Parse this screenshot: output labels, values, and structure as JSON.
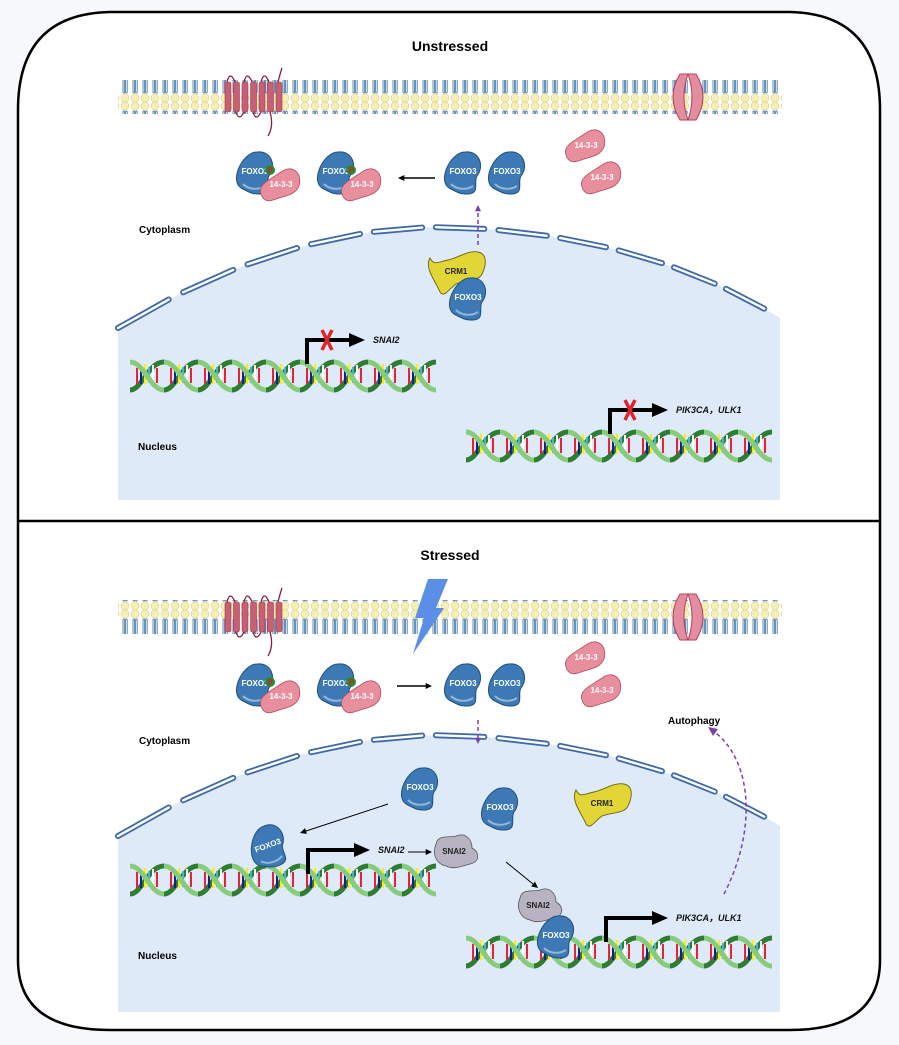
{
  "figure": {
    "panels": [
      {
        "id": "unstressed",
        "title": "Unstressed",
        "compartments": {
          "cytoplasm": "Cytoplasm",
          "nucleus": "Nucleus"
        },
        "proteins": {
          "foxo3": "FOXO3",
          "p1433": "14-3-3",
          "crm1": "CRM1",
          "phospho": "P"
        },
        "genes": {
          "snai2": "SNAI2",
          "targets": "PIK3CA，ULK1"
        },
        "transcription_blocked": true
      },
      {
        "id": "stressed",
        "title": "Stressed",
        "compartments": {
          "cytoplasm": "Cytoplasm",
          "nucleus": "Nucleus"
        },
        "proteins": {
          "foxo3": "FOXO3",
          "p1433": "14-3-3",
          "crm1": "CRM1",
          "snai2": "SNAI2",
          "phospho": "P"
        },
        "genes": {
          "snai2": "SNAI2",
          "targets": "PIK3CA，ULK1"
        },
        "outcome": "Autophagy",
        "transcription_blocked": false
      }
    ],
    "colors": {
      "foxo3": "#3d7ab5",
      "p1433": "#e88f9e",
      "crm1": "#e2d536",
      "snai2": "#b8b3c2",
      "nucleus": "#deeaf8",
      "envelope": "#3f6aa6",
      "lipid_head": "#f6f0b8",
      "lipid_tail": "#4f82a8",
      "receptor": "#c95f73",
      "stress_bolt": "#5b8ee6",
      "export_arrow": "#7a3fb0",
      "block_x": "#e0252c",
      "phospho": "#1f8f3a"
    }
  }
}
